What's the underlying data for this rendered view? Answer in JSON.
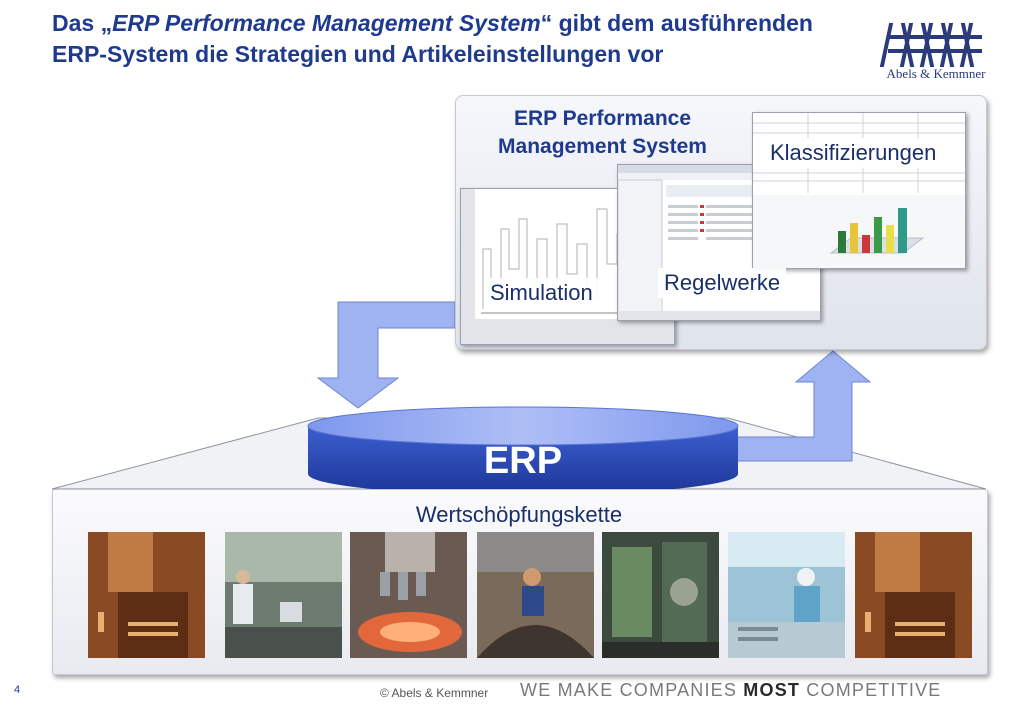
{
  "title": {
    "part1": "Das „",
    "emphasis": "ERP Performance Management System",
    "part2": "“ gibt dem ausführenden ERP-System die Strategien und Artikeleinstellungen vor"
  },
  "logo": {
    "text": "Abels & Kemmner"
  },
  "top_panel": {
    "title": "ERP Performance Management System",
    "screens": [
      {
        "label": "Simulation"
      },
      {
        "label": "Regelwerke"
      },
      {
        "label": "Klassifizierungen"
      }
    ]
  },
  "erp": {
    "label": "ERP"
  },
  "bottom_panel": {
    "label": "Wertschöpfungskette",
    "photos": [
      {
        "icon": "electronics-board-photo"
      },
      {
        "icon": "control-room-photo"
      },
      {
        "icon": "microscope-photo"
      },
      {
        "icon": "textile-worker-photo"
      },
      {
        "icon": "machinery-photo"
      },
      {
        "icon": "cleanroom-photo"
      },
      {
        "icon": "electronics-board-photo"
      }
    ]
  },
  "footer": {
    "page_number": "4",
    "copyright": "© Abels & Kemmner",
    "slogan_part1": "WE MAKE COMPANIES ",
    "slogan_bold": "MOST",
    "slogan_part2": " COMPETITIVE"
  },
  "colors": {
    "title": "#1e3a8f",
    "arrow": "#9fb3f2",
    "arrow_border": "#6f86cf",
    "erp_disk": "#2f4fc0"
  }
}
